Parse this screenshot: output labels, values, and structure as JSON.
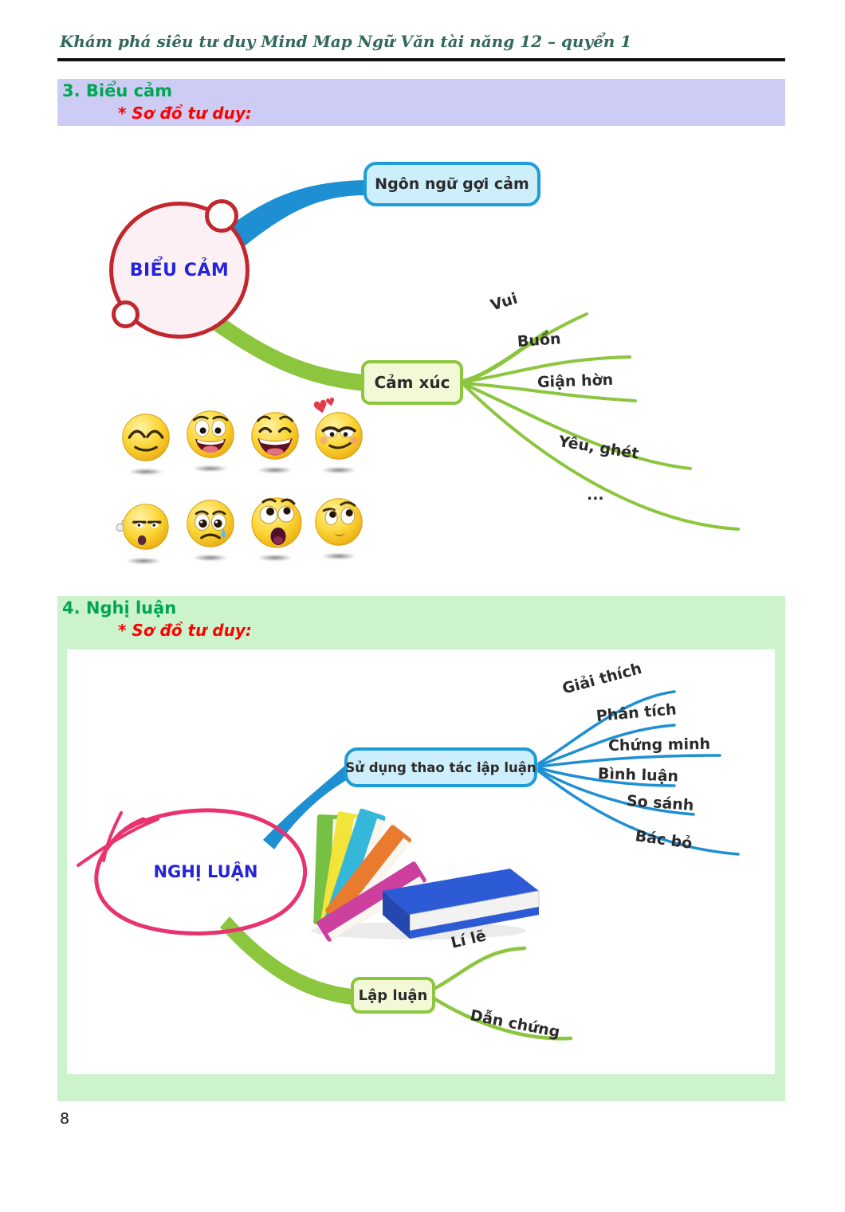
{
  "page": {
    "header_title": "Khám phá siêu tư duy Mind Map Ngữ Văn tài năng 12 – quyển 1",
    "page_number": "8"
  },
  "section3": {
    "title": "3. Biểu cảm",
    "subtitle": "* Sơ đồ tư duy:"
  },
  "mindmap1": {
    "center": "BIỂU CẢM",
    "branch1": {
      "label": "Ngôn ngữ gợi cảm"
    },
    "branch2": {
      "label": "Cảm xúc",
      "children": [
        "Vui",
        "Buồn",
        "Giận hờn",
        "Yêu, ghét",
        "..."
      ]
    },
    "emoticon_icons": [
      "relieved-emoticon-icon",
      "grin-emoticon-icon",
      "laughing-emoticon-icon",
      "in-love-emoticon-icon",
      "annoyed-emoticon-icon",
      "crying-emoticon-icon",
      "shocked-emoticon-icon",
      "smirk-emoticon-icon"
    ],
    "hearts_glyphs": "♥♥"
  },
  "section4": {
    "title": "4. Nghị luận",
    "subtitle": "* Sơ đồ tư duy:"
  },
  "mindmap2": {
    "center": "NGHỊ LUẬN",
    "branch1": {
      "label": "Sử dụng thao tác lập luận",
      "children": [
        "Giải thích",
        "Phân tích",
        "Chứng minh",
        "Bình luận",
        "So sánh",
        "Bác bỏ"
      ]
    },
    "branch2": {
      "label": "Lập luận",
      "children": [
        "Lí lẽ",
        "Dẫn chứng"
      ]
    },
    "books_icon": "books-illustration"
  },
  "colors": {
    "header-text": "#33695a",
    "section-title-green": "#00a651",
    "subtitle-red": "#ff0000",
    "sec3-bg": "#ccccf5",
    "sec4-bg": "#cdf3cd",
    "branch-blue": "#1e8fd2",
    "branch-green": "#8cc63f",
    "node-blue-bg": "#cdeefb",
    "node-blue-border": "#1e9cd7",
    "node-green-bg": "#f3f9d6",
    "node-green-border": "#8cc63f",
    "center1-border": "#c1272d",
    "center1-bg": "#fdf0f4",
    "center-text-blue": "#2424d9",
    "center2-stroke": "#e8336e",
    "label-dark": "#2b2b2b"
  }
}
